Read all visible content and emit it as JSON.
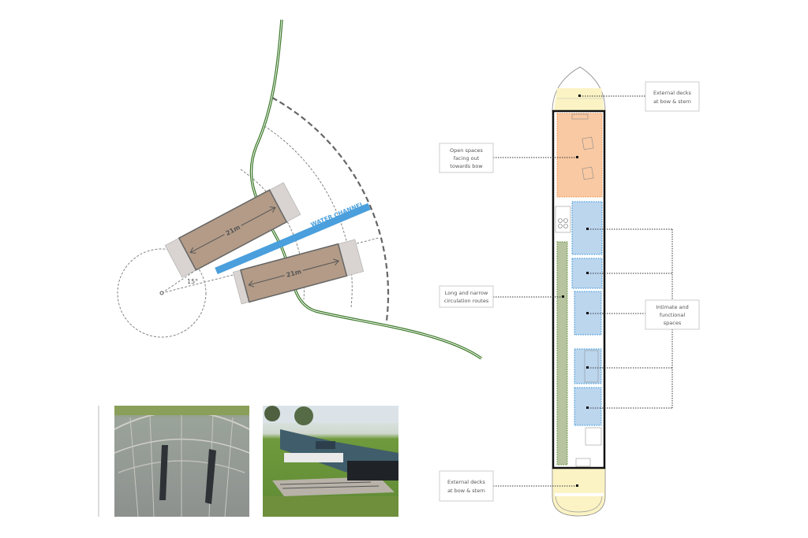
{
  "site_plan": {
    "barge_length_label_1": "21m",
    "barge_length_label_2": "21m",
    "angle_label": "15°",
    "channel_label": "WATER CHANNEL"
  },
  "callouts": {
    "bow_deck": [
      "External decks",
      "at bow & stern"
    ],
    "open_spaces": [
      "Open spaces",
      "facing out",
      "towards bow"
    ],
    "circulation": [
      "Long and narrow",
      "circulation routes"
    ],
    "intimate": [
      "Intimate and",
      "functional",
      "spaces"
    ],
    "stern_deck": [
      "External decks",
      "at bow & stern"
    ]
  },
  "colors": {
    "river": "#3d7a2a",
    "barge": "#b39b87",
    "barge_end": "#d9d4d1",
    "channel": "#4a9fdc",
    "deck": "#fbf3c4",
    "open_zone": "#f9c9a3",
    "intimate_zone": "#bcd6ee",
    "circulation_zone": "#b7c49f"
  }
}
